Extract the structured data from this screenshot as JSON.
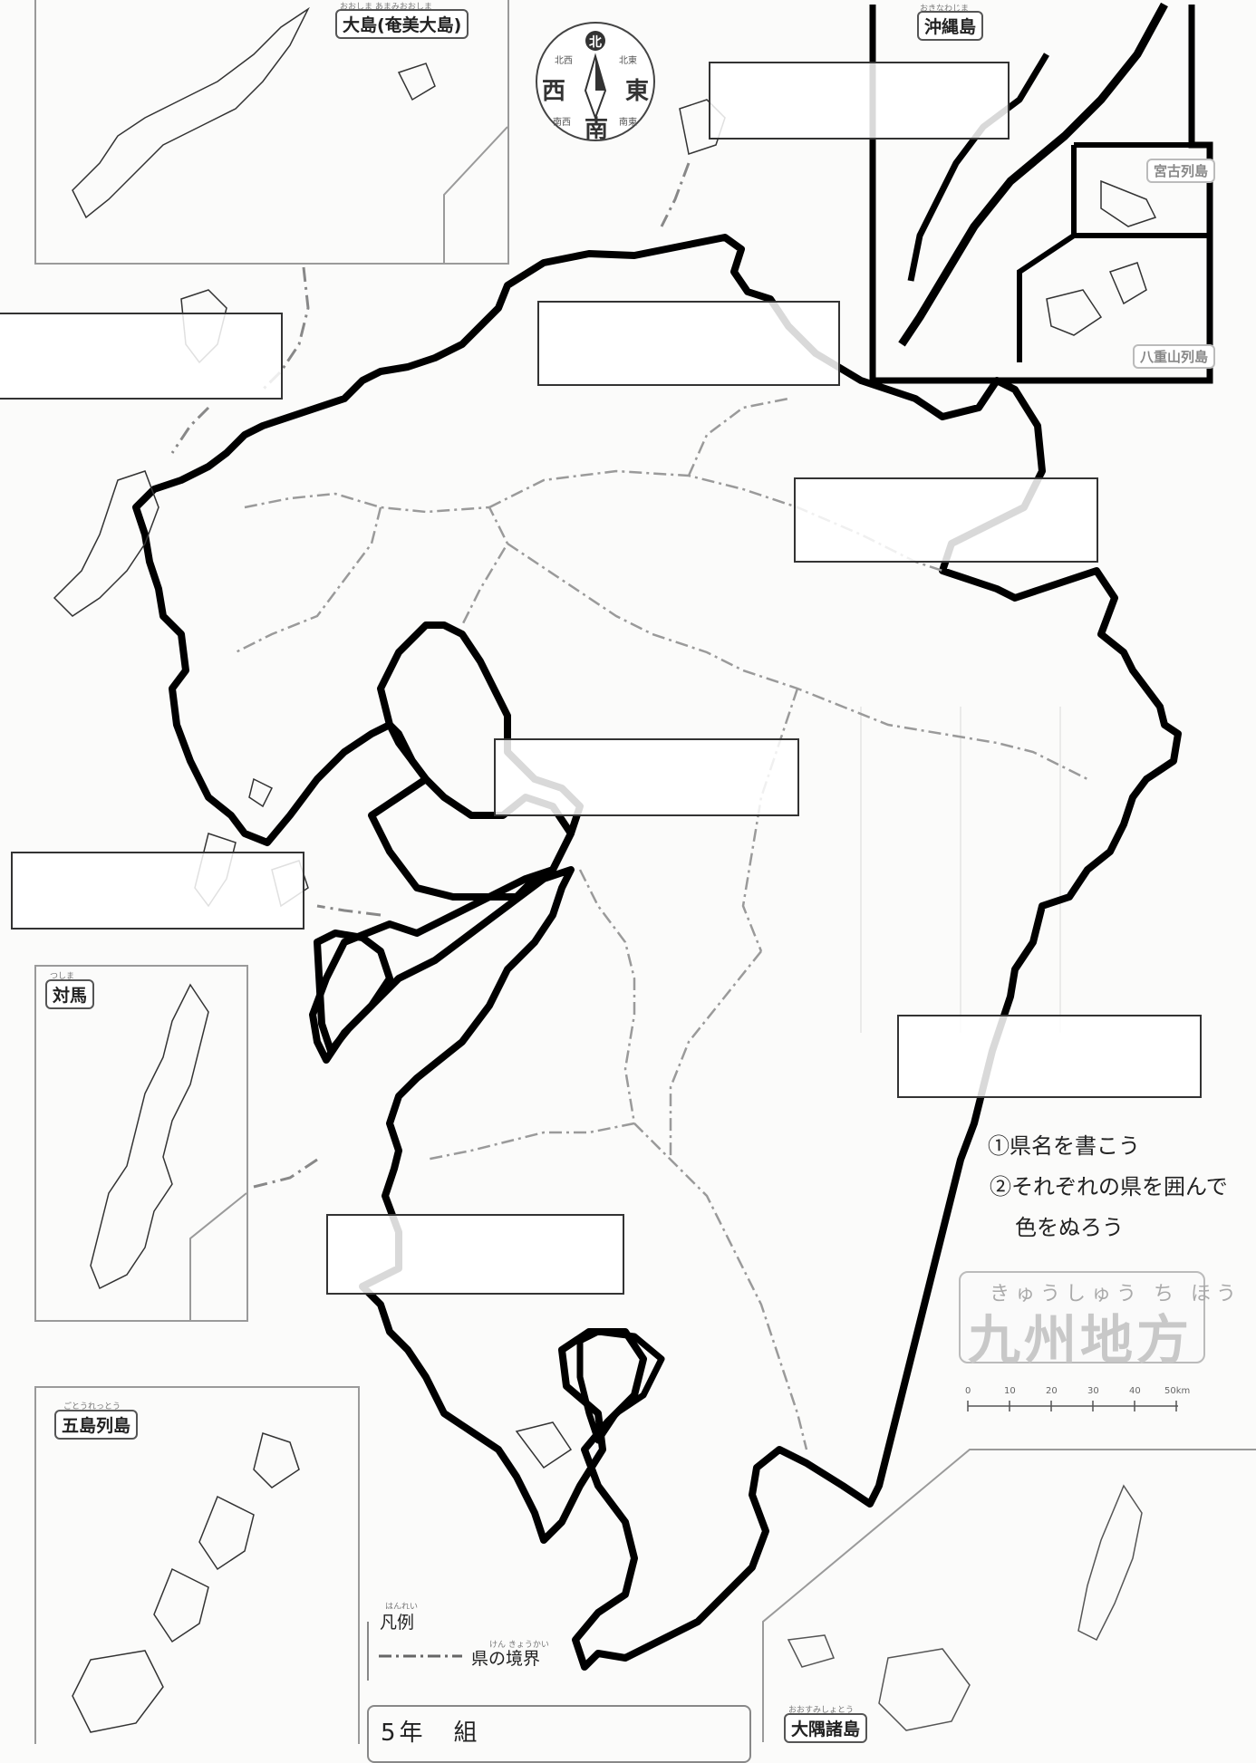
{
  "title": {
    "ruby": "きゅうしゅう ち ほう",
    "main": "九州地方"
  },
  "compass": {
    "north": "北",
    "south": "南",
    "east": "東",
    "west": "西",
    "northwest": "北西",
    "northeast": "北東",
    "southwest": "南西",
    "southeast": "南東"
  },
  "insets": {
    "amami": {
      "label": "大島(奄美大島)",
      "ruby": "おおしま あまみおおしま"
    },
    "okinawa": {
      "label": "沖縄島",
      "ruby": "おきなわじま"
    },
    "miyako": {
      "label": "宮古列島"
    },
    "yaeyama": {
      "label": "八重山列島"
    },
    "tsushima": {
      "label": "対馬",
      "ruby": "つしま"
    },
    "goto": {
      "label": "五島列島",
      "ruby": "ごとうれっとう"
    },
    "osumi": {
      "label": "大隅諸島",
      "ruby": "おおすみしょとう"
    }
  },
  "instructions": {
    "line1": "①県名を書こう",
    "line2": "②それぞれの県を囲んで",
    "line3": "色をぬろう"
  },
  "legend": {
    "title_ruby": "はんれい",
    "title": "凡例",
    "item_ruby": "けん きょうかい",
    "item": "県の境界"
  },
  "scale": {
    "ticks": [
      "0",
      "10",
      "20",
      "30",
      "40",
      "50km"
    ]
  },
  "class_label": {
    "text": "5年　組"
  },
  "answer_boxes": [
    {
      "id": "box-fukuoka",
      "value": ""
    },
    {
      "id": "box-saga",
      "value": ""
    },
    {
      "id": "box-oita",
      "value": ""
    },
    {
      "id": "box-nagasaki",
      "value": ""
    },
    {
      "id": "box-kumamoto",
      "value": ""
    },
    {
      "id": "box-miyazaki",
      "value": ""
    },
    {
      "id": "box-kagoshima",
      "value": ""
    },
    {
      "id": "box-okinawa",
      "value": ""
    }
  ],
  "colors": {
    "coast_outline": "#000000",
    "boundary": "#9a9a9a",
    "inset_frame": "#9a9a9a",
    "title_faded": "#c8c8c8"
  }
}
